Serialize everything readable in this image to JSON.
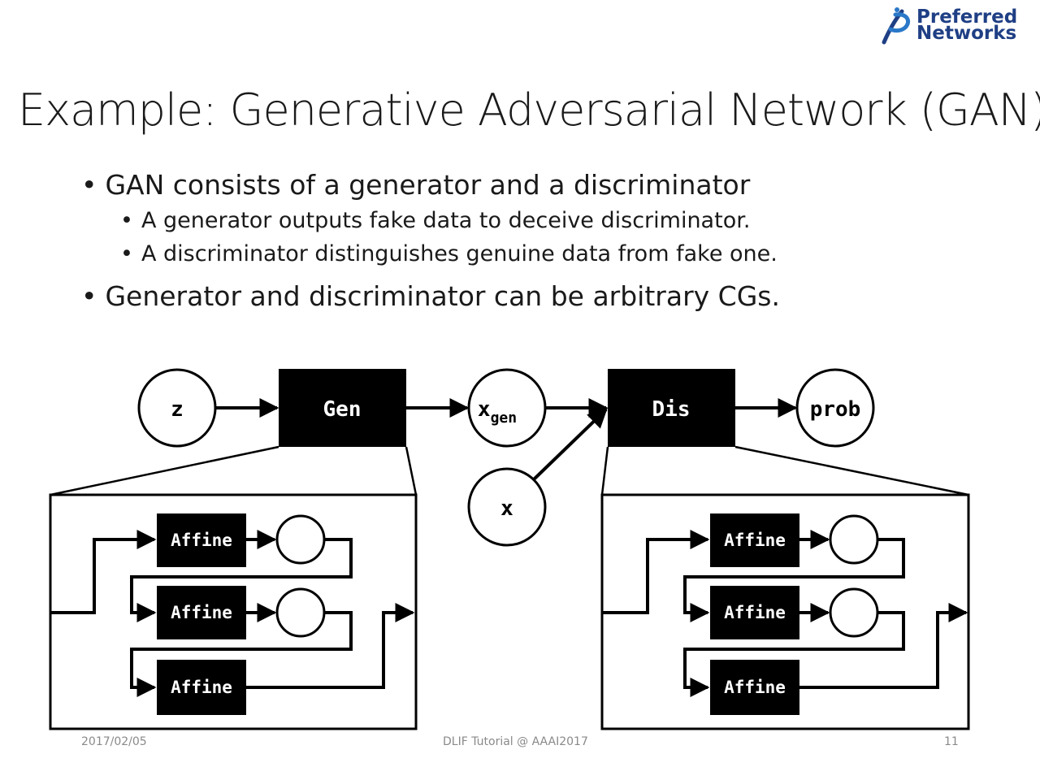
{
  "logo": {
    "line1": "Preferred",
    "line2": "Networks",
    "brand_color": "#1f3f85",
    "icon": "preferred-networks-logo-icon"
  },
  "title": "Example: Generative Adversarial Network (GAN)",
  "bullets": [
    {
      "level": 1,
      "text": "GAN consists of a generator and a discriminator"
    },
    {
      "level": 2,
      "text": "A generator outputs fake data to deceive discriminator."
    },
    {
      "level": 2,
      "text": "A discriminator distinguishes genuine data from fake one."
    },
    {
      "level": 1,
      "text": "Generator and discriminator can be arbitrary CGs."
    }
  ],
  "diagram": {
    "z_label": "z",
    "gen_label": "Gen",
    "xgen_label": "x",
    "xgen_sub": "gen",
    "dis_label": "Dis",
    "prob_label": "prob",
    "x_label": "x",
    "gen_detail": {
      "layers": [
        "Affine",
        "Affine",
        "Affine"
      ]
    },
    "dis_detail": {
      "layers": [
        "Affine",
        "Affine",
        "Affine"
      ]
    }
  },
  "footer": {
    "date": "2017/02/05",
    "center": "DLIF Tutorial @ AAAI2017",
    "page": "11"
  }
}
